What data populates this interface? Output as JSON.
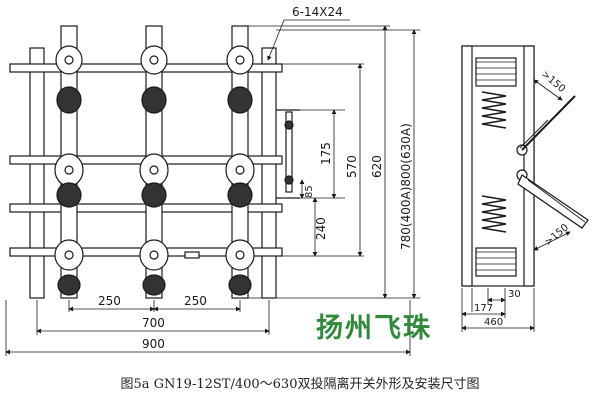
{
  "front_view": {
    "dims": {
      "label_holes": "6-14X24",
      "d250_left": "250",
      "d250_right": "250",
      "d700": "700",
      "d900": "900",
      "d175": "175",
      "d570": "570",
      "d620": "620",
      "d85": "85",
      "d240": "240",
      "d780": "780(400A)800(630A)"
    }
  },
  "side_view": {
    "dims": {
      "d150_top": ">150",
      "d150_bottom": ">150",
      "d30": "30",
      "d177": "177",
      "d460": "460"
    }
  },
  "watermark": "扬州飞珠",
  "caption": "图5a  GN19-12ST/400～630双投隔离开关外形及安装尺寸图",
  "colors": {
    "line": "#1a1a1a",
    "watermark": "#2f8a3a",
    "background": "#ffffff"
  }
}
